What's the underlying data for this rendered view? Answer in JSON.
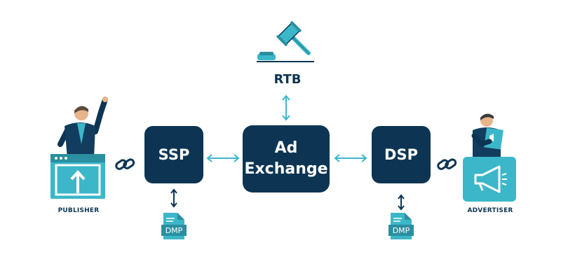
{
  "nodes": {
    "rtb": "RTB",
    "ssp": "SSP",
    "ad_exchange": [
      "Ad",
      "Exchange"
    ],
    "dsp": "DSP",
    "publisher": "PUBLISHER",
    "advertiser": "ADVERTISER",
    "dmp_left": "DMP",
    "dmp_right": "DMP"
  },
  "colors": {
    "box": "#0d3553",
    "accent": "#3bb7c9",
    "accent_dark": "#2a8fa0"
  },
  "icons": {
    "gavel": "gavel-icon",
    "link": "chain-link-icon",
    "dmp": "document-icon",
    "publisher": "upload-window-icon",
    "advertiser": "megaphone-icon"
  }
}
